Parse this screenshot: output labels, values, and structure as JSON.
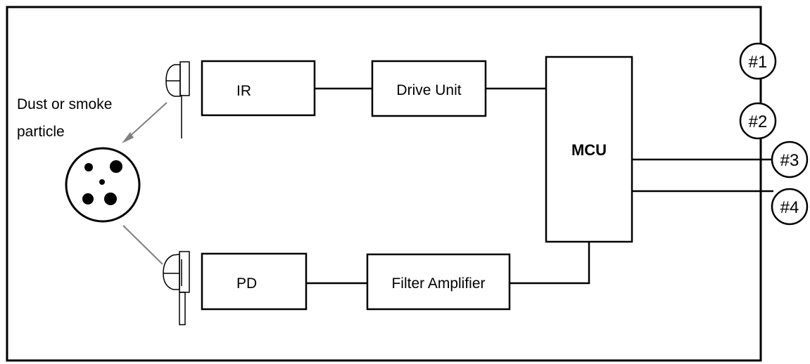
{
  "diagram": {
    "particle_label_line1": "Dust or smoke",
    "particle_label_line2": "particle",
    "blocks": {
      "ir": "IR",
      "drive_unit": "Drive Unit",
      "mcu": "MCU",
      "pd": "PD",
      "filter_amplifier": "Filter Amplifier"
    },
    "pins": [
      "#1",
      "#2",
      "#3",
      "#4"
    ]
  }
}
